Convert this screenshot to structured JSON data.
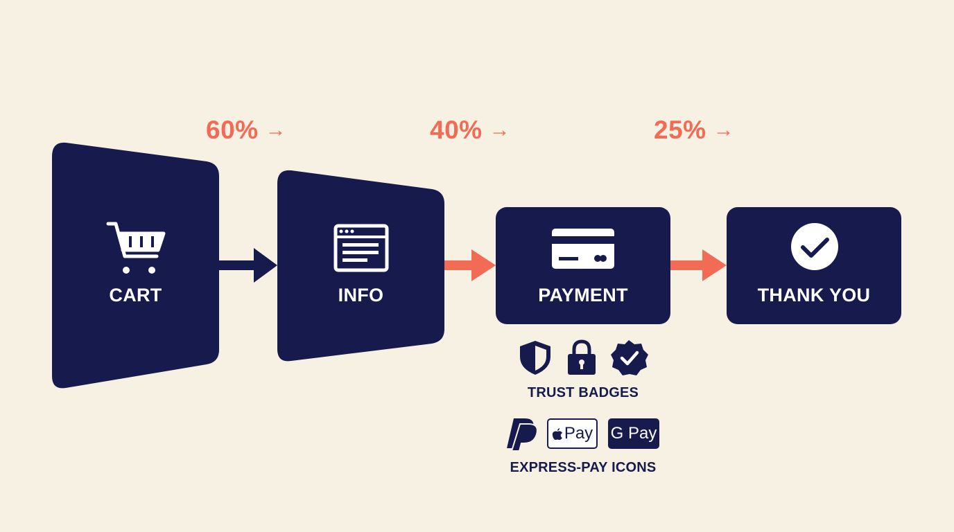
{
  "colors": {
    "background": "#f6f1e3",
    "stage_fill": "#161a4c",
    "accent": "#f26b54",
    "dark_arrow": "#161a4c",
    "icon_fg": "#ffffff"
  },
  "conversions": [
    {
      "value": "60%",
      "arrow": "→"
    },
    {
      "value": "40%",
      "arrow": "→"
    },
    {
      "value": "25%",
      "arrow": "→"
    }
  ],
  "stages": [
    {
      "label": "CART",
      "icon": "shopping-cart-icon"
    },
    {
      "label": "INFO",
      "icon": "browser-window-icon"
    },
    {
      "label": "PAYMENT",
      "icon": "credit-card-icon"
    },
    {
      "label": "THANK YOU",
      "icon": "check-circle-icon"
    }
  ],
  "trust": {
    "icons": [
      "shield-icon",
      "lock-icon",
      "verified-badge-icon"
    ],
    "caption": "TRUST BADGES"
  },
  "express_pay": {
    "apple_pay_label": "Pay",
    "google_pay_label": "G Pay",
    "caption": "EXPRESS-PAY ICONS",
    "icons": [
      "paypal-icon",
      "apple-pay-icon",
      "google-pay-icon"
    ]
  }
}
